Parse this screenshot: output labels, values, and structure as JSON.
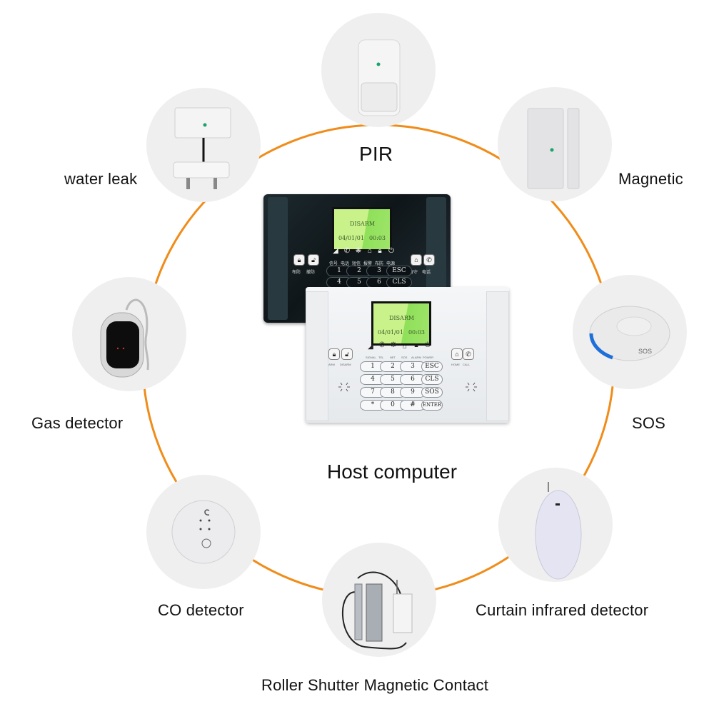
{
  "colors": {
    "ring": "#f08c1a",
    "node_bg": "#efefef",
    "led_green": "#1aa36a",
    "sos_blue": "#1e6fd9",
    "lcd_green": "#c9f28a"
  },
  "host": {
    "title": "Host computer",
    "lcd": {
      "status": "DISARM",
      "date": "04/01/01",
      "time": "00:03"
    },
    "status_icons": [
      "signal-icon",
      "phone-icon",
      "network-icon",
      "alarm-icon",
      "lock-icon",
      "power-icon"
    ],
    "status_labels_white": [
      "SIGNAL",
      "TEL",
      "NET",
      "SOS",
      "ALARM",
      "POWER"
    ],
    "status_labels_dark": [
      "信号",
      "电话",
      "短信",
      "报警",
      "布防",
      "电源"
    ],
    "left_keys_white": [
      "ARM",
      "DISARM"
    ],
    "left_keys_dark": [
      "布防",
      "撤防"
    ],
    "right_keys_white": [
      "HOME",
      "CALL"
    ],
    "right_keys_dark": [
      "留守",
      "电话"
    ],
    "keypad": [
      [
        "1",
        "2",
        "3",
        "ESC"
      ],
      [
        "4",
        "5",
        "6",
        "CLS"
      ],
      [
        "7",
        "8",
        "9",
        "SOS"
      ],
      [
        "*",
        "0",
        "#",
        "ENTER"
      ]
    ]
  },
  "devices": [
    {
      "id": "pir",
      "label": "PIR",
      "icon": "pir-sensor-icon"
    },
    {
      "id": "magnetic",
      "label": "Magnetic",
      "icon": "door-contact-icon"
    },
    {
      "id": "sos",
      "label": "SOS",
      "icon": "sos-button-icon",
      "badge": "SOS"
    },
    {
      "id": "curtain",
      "label": "Curtain infrared detector",
      "icon": "curtain-detector-icon"
    },
    {
      "id": "roller",
      "label": "Roller Shutter Magnetic Contact",
      "icon": "roller-shutter-contact-icon"
    },
    {
      "id": "co",
      "label": "CO detector",
      "icon": "co-detector-icon"
    },
    {
      "id": "gas",
      "label": "Gas detector",
      "icon": "gas-detector-icon"
    },
    {
      "id": "water",
      "label": "water leak",
      "icon": "water-leak-icon"
    }
  ]
}
